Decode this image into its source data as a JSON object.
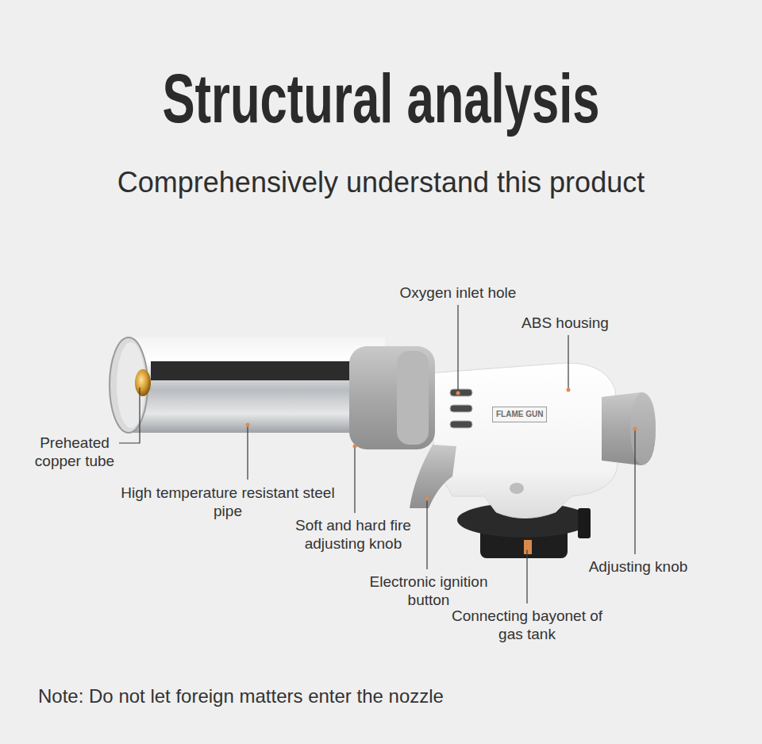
{
  "diagram": {
    "title": "Structural analysis",
    "labels": [
      "Comprehensively understand this product",
      "Oxygen inlet hole",
      "ABS housing",
      "Preheated copper tube",
      "High temperature resistant steel pipe",
      "Soft and hard fire adjusting knob",
      "Electronic ignition button",
      "Connecting bayonet of gas tank",
      "Adjusting knob",
      "FLAME GUN",
      "Note: Do not let foreign matters enter the nozzle"
    ]
  }
}
